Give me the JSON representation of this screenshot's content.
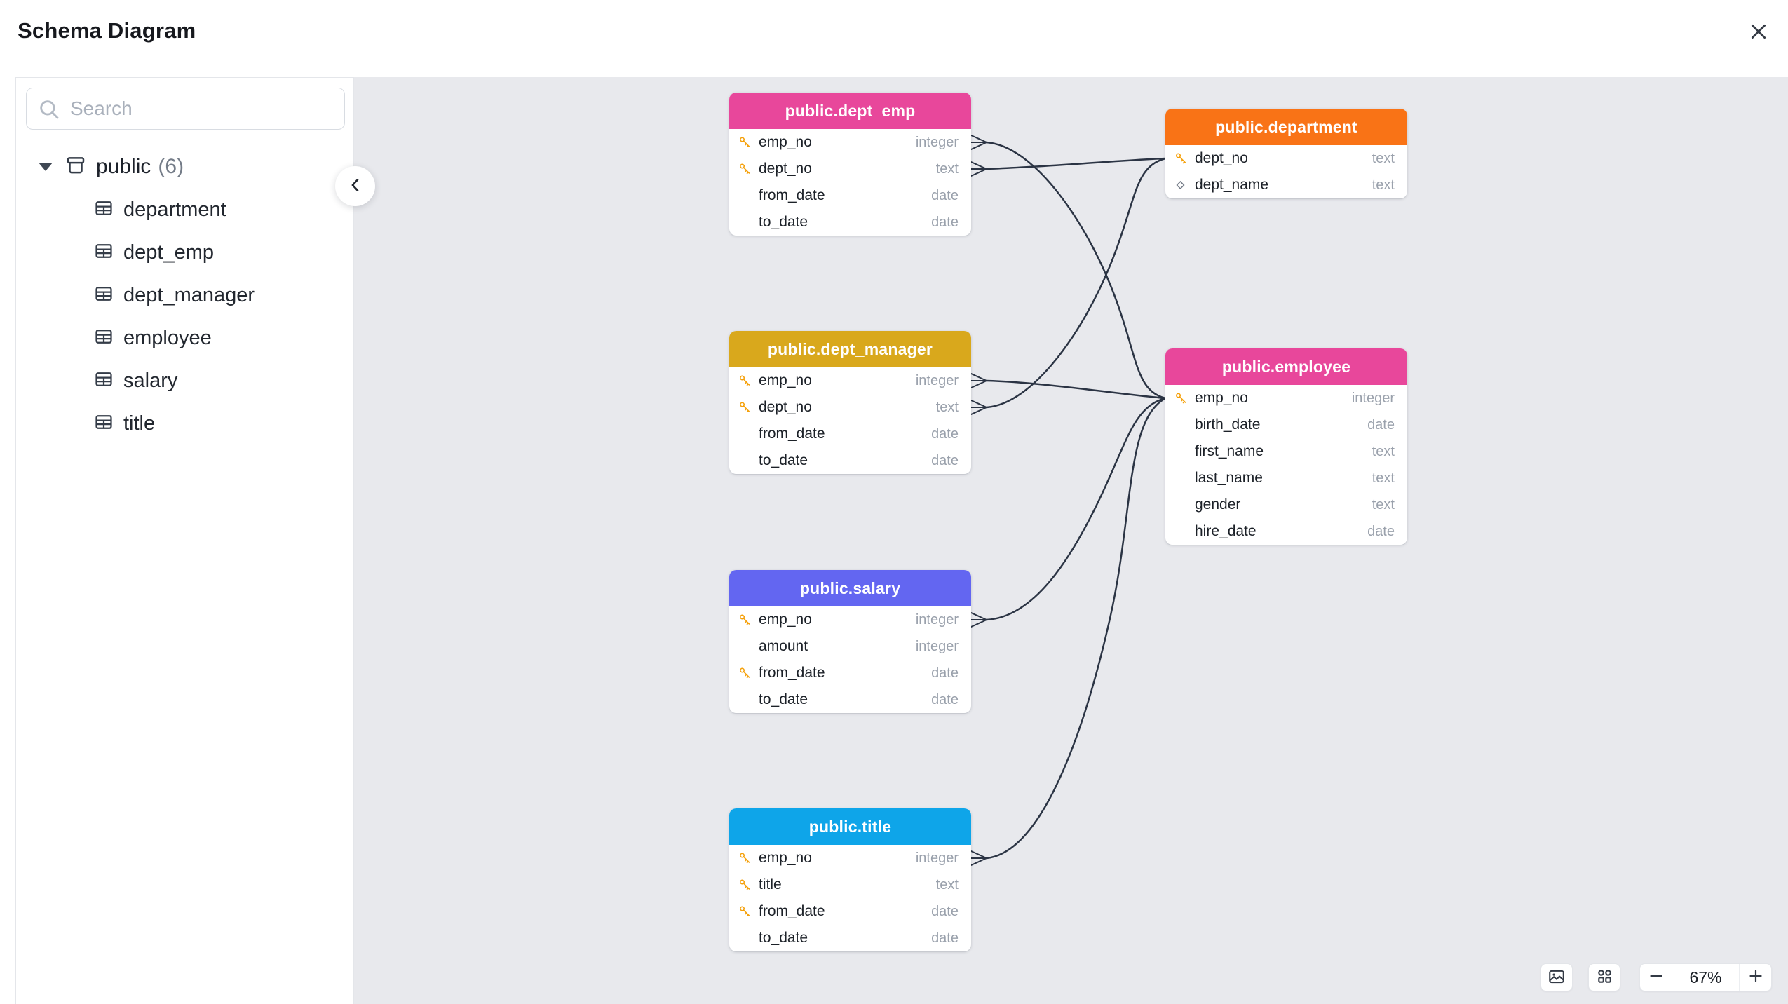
{
  "header": {
    "title": "Schema Diagram",
    "close_icon": "x-icon"
  },
  "sidebar": {
    "search": {
      "placeholder": "Search",
      "value": "",
      "icon": "magnifier"
    },
    "schema": {
      "label": "public",
      "count": "(6)",
      "icon": "schema-box",
      "caret": "down"
    },
    "tables": [
      {
        "label": "department"
      },
      {
        "label": "dept_emp"
      },
      {
        "label": "dept_manager"
      },
      {
        "label": "employee"
      },
      {
        "label": "salary"
      },
      {
        "label": "title"
      }
    ],
    "collapse_icon": "chevron-left"
  },
  "canvas": {
    "background": "#e8e9ed",
    "line_color": "#2b3444",
    "tables": [
      {
        "id": "dept_emp",
        "title": "public.dept_emp",
        "header_color": "#e8479b",
        "fields": [
          {
            "icon": "key",
            "name": "emp_no",
            "type": "integer"
          },
          {
            "icon": "key",
            "name": "dept_no",
            "type": "text"
          },
          {
            "icon": "none",
            "name": "from_date",
            "type": "date"
          },
          {
            "icon": "none",
            "name": "to_date",
            "type": "date"
          }
        ]
      },
      {
        "id": "department",
        "title": "public.department",
        "header_color": "#f97316",
        "fields": [
          {
            "icon": "key",
            "name": "dept_no",
            "type": "text"
          },
          {
            "icon": "diamond",
            "name": "dept_name",
            "type": "text"
          }
        ]
      },
      {
        "id": "dept_manager",
        "title": "public.dept_manager",
        "header_color": "#d9a81c",
        "fields": [
          {
            "icon": "key",
            "name": "emp_no",
            "type": "integer"
          },
          {
            "icon": "key",
            "name": "dept_no",
            "type": "text"
          },
          {
            "icon": "none",
            "name": "from_date",
            "type": "date"
          },
          {
            "icon": "none",
            "name": "to_date",
            "type": "date"
          }
        ]
      },
      {
        "id": "employee",
        "title": "public.employee",
        "header_color": "#e8479b",
        "fields": [
          {
            "icon": "key",
            "name": "emp_no",
            "type": "integer"
          },
          {
            "icon": "none",
            "name": "birth_date",
            "type": "date"
          },
          {
            "icon": "none",
            "name": "first_name",
            "type": "text"
          },
          {
            "icon": "none",
            "name": "last_name",
            "type": "text"
          },
          {
            "icon": "none",
            "name": "gender",
            "type": "text"
          },
          {
            "icon": "none",
            "name": "hire_date",
            "type": "date"
          }
        ]
      },
      {
        "id": "salary",
        "title": "public.salary",
        "header_color": "#6366f1",
        "fields": [
          {
            "icon": "key",
            "name": "emp_no",
            "type": "integer"
          },
          {
            "icon": "none",
            "name": "amount",
            "type": "integer"
          },
          {
            "icon": "key",
            "name": "from_date",
            "type": "date"
          },
          {
            "icon": "none",
            "name": "to_date",
            "type": "date"
          }
        ]
      },
      {
        "id": "title",
        "title": "public.title",
        "header_color": "#0ea5e9",
        "fields": [
          {
            "icon": "key",
            "name": "emp_no",
            "type": "integer"
          },
          {
            "icon": "key",
            "name": "title",
            "type": "text"
          },
          {
            "icon": "key",
            "name": "from_date",
            "type": "date"
          },
          {
            "icon": "none",
            "name": "to_date",
            "type": "date"
          }
        ]
      }
    ],
    "relationships": [
      {
        "from": "dept_emp.emp_no",
        "to": "employee.emp_no",
        "from_marker": "many",
        "to_marker": "one"
      },
      {
        "from": "dept_emp.dept_no",
        "to": "department.dept_no",
        "from_marker": "many",
        "to_marker": "one"
      },
      {
        "from": "dept_manager.emp_no",
        "to": "employee.emp_no",
        "from_marker": "many",
        "to_marker": "one"
      },
      {
        "from": "dept_manager.dept_no",
        "to": "department.dept_no",
        "from_marker": "many",
        "to_marker": "one"
      },
      {
        "from": "salary.emp_no",
        "to": "employee.emp_no",
        "from_marker": "many",
        "to_marker": "one"
      },
      {
        "from": "title.emp_no",
        "to": "employee.emp_no",
        "from_marker": "many",
        "to_marker": "one"
      }
    ]
  },
  "controls": {
    "export_image_icon": "image",
    "auto_layout_icon": "grid",
    "zoom_out_label": "−",
    "zoom_level": "67%",
    "zoom_in_label": "+"
  }
}
